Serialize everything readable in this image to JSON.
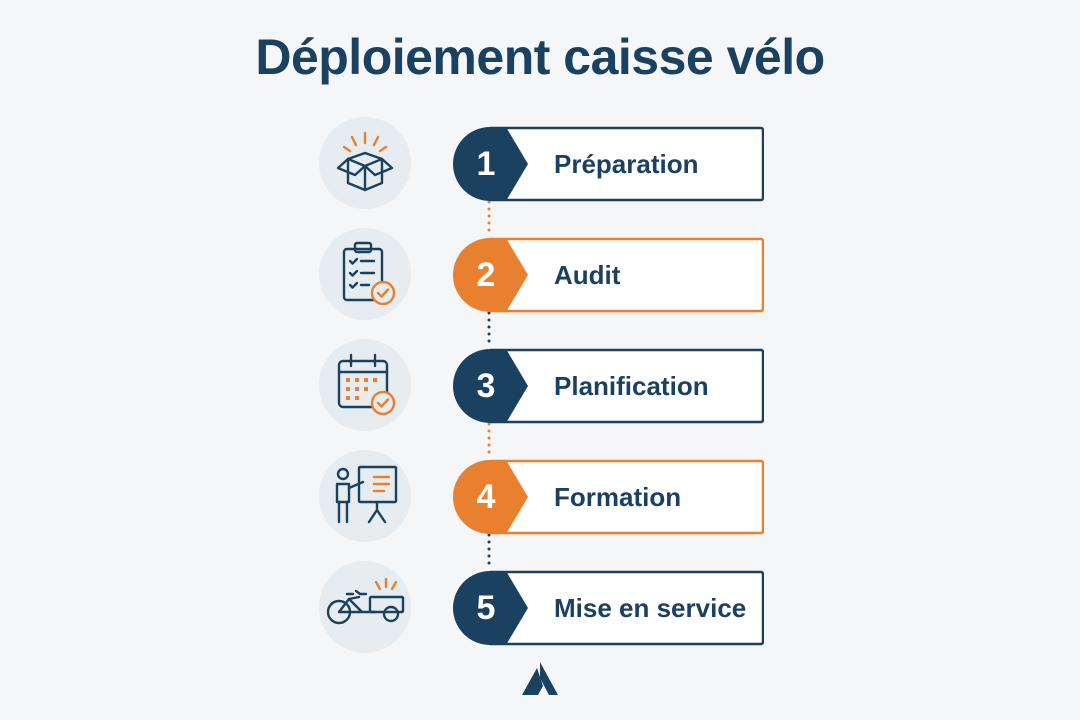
{
  "title": "Déploiement caisse vélo",
  "colors": {
    "navy": "#1b4160",
    "orange": "#e98030",
    "icon_background": "#e6ecef",
    "background": "#f5f6f7"
  },
  "steps": [
    {
      "number": "1",
      "label": "Préparation",
      "accent": "navy",
      "icon": "open-box-icon"
    },
    {
      "number": "2",
      "label": "Audit",
      "accent": "orange",
      "icon": "clipboard-checklist-icon"
    },
    {
      "number": "3",
      "label": "Planification",
      "accent": "navy",
      "icon": "calendar-check-icon"
    },
    {
      "number": "4",
      "label": "Formation",
      "accent": "orange",
      "icon": "presenter-board-icon"
    },
    {
      "number": "5",
      "label": "Mise en service",
      "accent": "navy",
      "icon": "cargo-bike-icon"
    }
  ],
  "logo": {
    "icon": "mountain-logo-icon"
  }
}
